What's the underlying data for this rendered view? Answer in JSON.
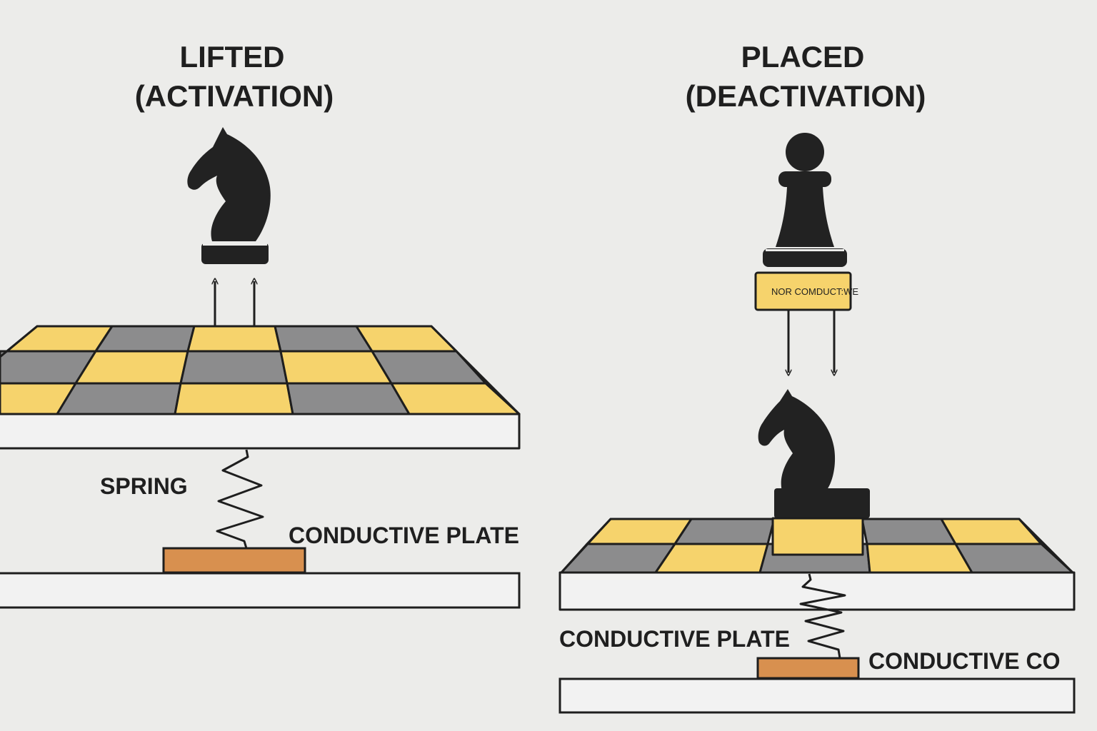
{
  "left_panel": {
    "title_line1": "LIFTED",
    "title_line2": "(ACTIVATION)",
    "spring_label": "SPRING",
    "plate_label": "CONDUCTIVE PLATE"
  },
  "right_panel": {
    "title_line1": "PLACED",
    "title_line2": "(DEACTIVATION)",
    "base_label": "NOR COMDUCT:WE",
    "plate_label": "CONDUCTIVE PLATE",
    "contact_label": "CONDUCTIVE CO"
  },
  "colors": {
    "background": "#ececea",
    "yellow_square": "#f6d36c",
    "gray_square": "#8c8c8d",
    "plate": "#d8904f",
    "piece": "#222222",
    "outline": "#1e1e1e",
    "slab": "#f2f2f2"
  }
}
